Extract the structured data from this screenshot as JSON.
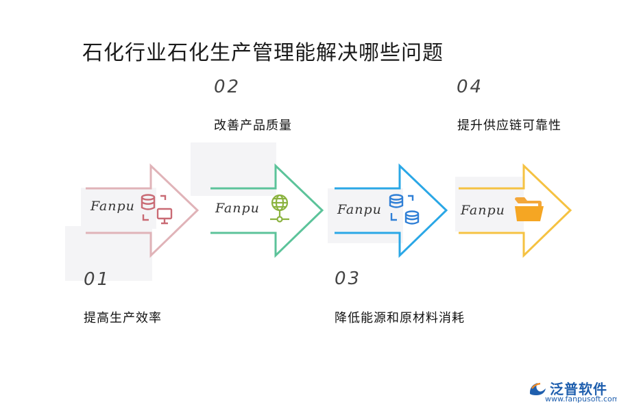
{
  "title": "石化行业石化生产管理能解决哪些问题",
  "steps": [
    {
      "num": "01",
      "label": "提高生产效率",
      "watermark": "Fanpu",
      "color": "#e0b3b8",
      "icon": "database-monitor-icon"
    },
    {
      "num": "02",
      "label": "改善产品质量",
      "watermark": "Fanpu",
      "color": "#5cc39a",
      "icon": "globe-network-icon"
    },
    {
      "num": "03",
      "label": "降低能源和原材料消耗",
      "watermark": "Fanpu",
      "color": "#2aa7e6",
      "icon": "database-sync-icon"
    },
    {
      "num": "04",
      "label": "提升供应链可靠性",
      "watermark": "Fanpu",
      "color": "#f5c242",
      "icon": "folder-icon"
    }
  ],
  "brand": {
    "name": "泛普软件",
    "url": "www.fanpusoft.com",
    "logo_icon": "fanpu-logo-icon"
  }
}
